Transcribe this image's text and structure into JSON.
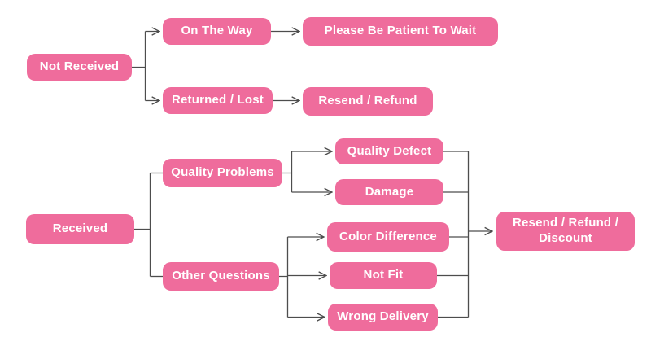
{
  "diagram": {
    "type": "flowchart",
    "colors": {
      "node_fill": "#ef6c9c",
      "node_text": "#ffffff",
      "connector": "#4d4d4d",
      "background": "#ffffff"
    },
    "nodes": {
      "not_received": {
        "label": "Not Received"
      },
      "on_the_way": {
        "label": "On The Way"
      },
      "please_wait": {
        "label": "Please Be Patient To Wait"
      },
      "returned_lost": {
        "label": "Returned / Lost"
      },
      "resend_refund": {
        "label": "Resend / Refund"
      },
      "received": {
        "label": "Received"
      },
      "quality_problems": {
        "label": "Quality Problems"
      },
      "other_questions": {
        "label": "Other Questions"
      },
      "quality_defect": {
        "label": "Quality Defect"
      },
      "damage": {
        "label": "Damage"
      },
      "color_difference": {
        "label": "Color Difference"
      },
      "not_fit": {
        "label": "Not Fit"
      },
      "wrong_delivery": {
        "label": "Wrong Delivery"
      },
      "resend_refund_discount": {
        "label": "Resend / Refund / Discount",
        "label_line1": "Resend / Refund /",
        "label_line2": "Discount"
      }
    },
    "edges": [
      {
        "from": "Not Received",
        "to": "On The Way",
        "arrow": true
      },
      {
        "from": "Not Received",
        "to": "Returned / Lost",
        "arrow": true
      },
      {
        "from": "On The Way",
        "to": "Please Be Patient To Wait",
        "arrow": true
      },
      {
        "from": "Returned / Lost",
        "to": "Resend / Refund",
        "arrow": true
      },
      {
        "from": "Received",
        "to": "Quality Problems",
        "arrow": false
      },
      {
        "from": "Received",
        "to": "Other Questions",
        "arrow": false
      },
      {
        "from": "Quality Problems",
        "to": "Quality Defect",
        "arrow": true
      },
      {
        "from": "Quality Problems",
        "to": "Damage",
        "arrow": true
      },
      {
        "from": "Other Questions",
        "to": "Color Difference",
        "arrow": true
      },
      {
        "from": "Other Questions",
        "to": "Not Fit",
        "arrow": true
      },
      {
        "from": "Other Questions",
        "to": "Wrong Delivery",
        "arrow": true
      },
      {
        "from": "Quality Defect",
        "to": "Resend / Refund / Discount",
        "arrow": true
      },
      {
        "from": "Damage",
        "to": "Resend / Refund / Discount",
        "arrow": true
      },
      {
        "from": "Color Difference",
        "to": "Resend / Refund / Discount",
        "arrow": true
      },
      {
        "from": "Not Fit",
        "to": "Resend / Refund / Discount",
        "arrow": true
      },
      {
        "from": "Wrong Delivery",
        "to": "Resend / Refund / Discount",
        "arrow": true
      }
    ]
  }
}
